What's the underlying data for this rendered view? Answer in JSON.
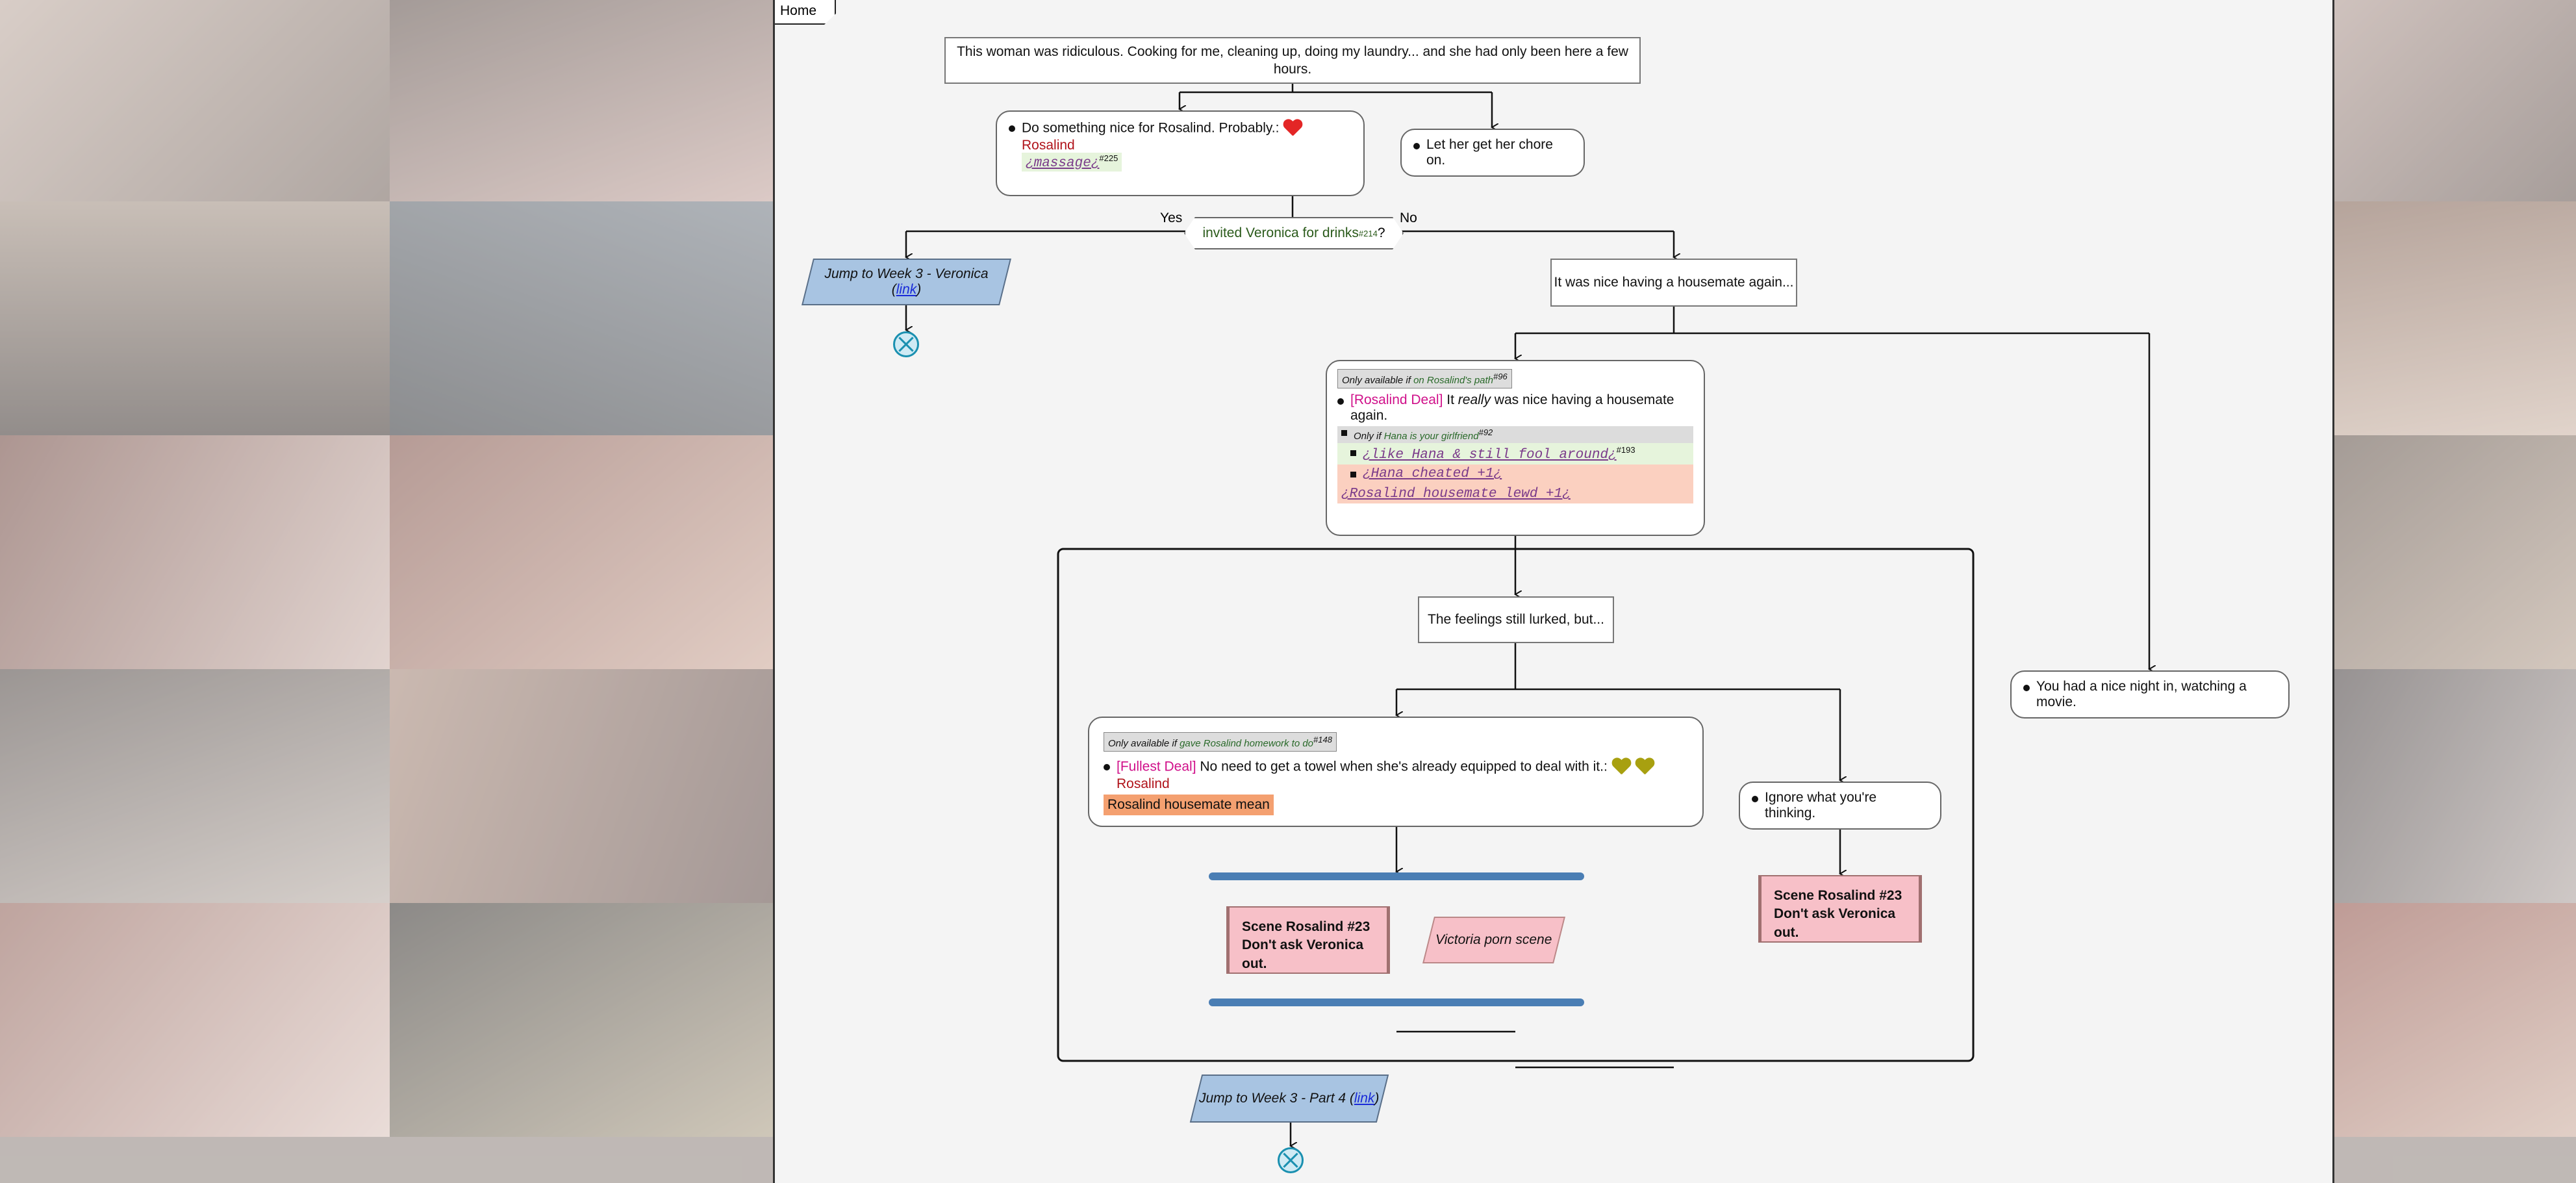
{
  "colors": {
    "panel": "#f4f4f4",
    "bar": "#4a7eb4",
    "jump": "#a8c4e2",
    "scene": "#f7c0c8",
    "pink_text": "#d0108a",
    "stop": "#1a90b0"
  },
  "tab": {
    "home": "Home"
  },
  "intro": "This woman was ridiculous. Cooking for me, cleaning up, doing my laundry... and she had only been here a few hours.",
  "choice_nice": {
    "text": "Do something nice for Rosalind. Probably.:",
    "heart_icon": "heart-icon",
    "char": "Rosalind",
    "var": "¿massage¿",
    "sup": "#225"
  },
  "choice_chore": {
    "text": "Let her get her chore on."
  },
  "decision": {
    "label": "invited Veronica for drinks",
    "sup": "#214",
    "suffix": "?",
    "yes": "Yes",
    "no": "No"
  },
  "jump_veronica": {
    "text": "Jump to Week 3 - Veronica (",
    "link": "link",
    "close": ")"
  },
  "housemate": "It was nice having a housemate again...",
  "rosalind_deal": {
    "avail_prefix": "Only available if",
    "avail_cond": "on Rosalind's path",
    "avail_sup": "#96",
    "deal_tag": "[Rosalind Deal]",
    "line_a": "It",
    "line_em": "really",
    "line_b": "was nice having a housemate again.",
    "only_if_prefix": "Only if",
    "only_if_cond": "Hana is your girlfriend",
    "only_if_sup": "#92",
    "var1": "¿like Hana & still fool around¿",
    "var1_sup": "#193",
    "var2": "¿Hana cheated +1¿",
    "var3": "¿Rosalind housemate lewd +1¿"
  },
  "feelings": "The feelings still lurked, but...",
  "fullest_deal": {
    "avail_prefix": "Only available if",
    "avail_cond": "gave Rosalind homework to do",
    "avail_sup": "#148",
    "deal_tag": "[Fullest Deal]",
    "text": "No need to get a towel when she's already equipped to deal with it.:",
    "icons": [
      "broken-heart-icon",
      "broken-heart-icon"
    ],
    "char": "Rosalind",
    "tag": "Rosalind housemate mean"
  },
  "ignore": "Ignore what you're thinking.",
  "scene_left": {
    "line1": "Scene Rosalind #23",
    "line2": "Don't ask Veronica out."
  },
  "victoria": "Victoria porn scene",
  "scene_right": {
    "line1": "Scene Rosalind #23",
    "line2": "Don't ask Veronica out."
  },
  "night_in": "You had a nice night in, watching a movie.",
  "jump_part4": {
    "text": "Jump to Week 3 - Part 4 (",
    "link": "link",
    "close": ")"
  }
}
